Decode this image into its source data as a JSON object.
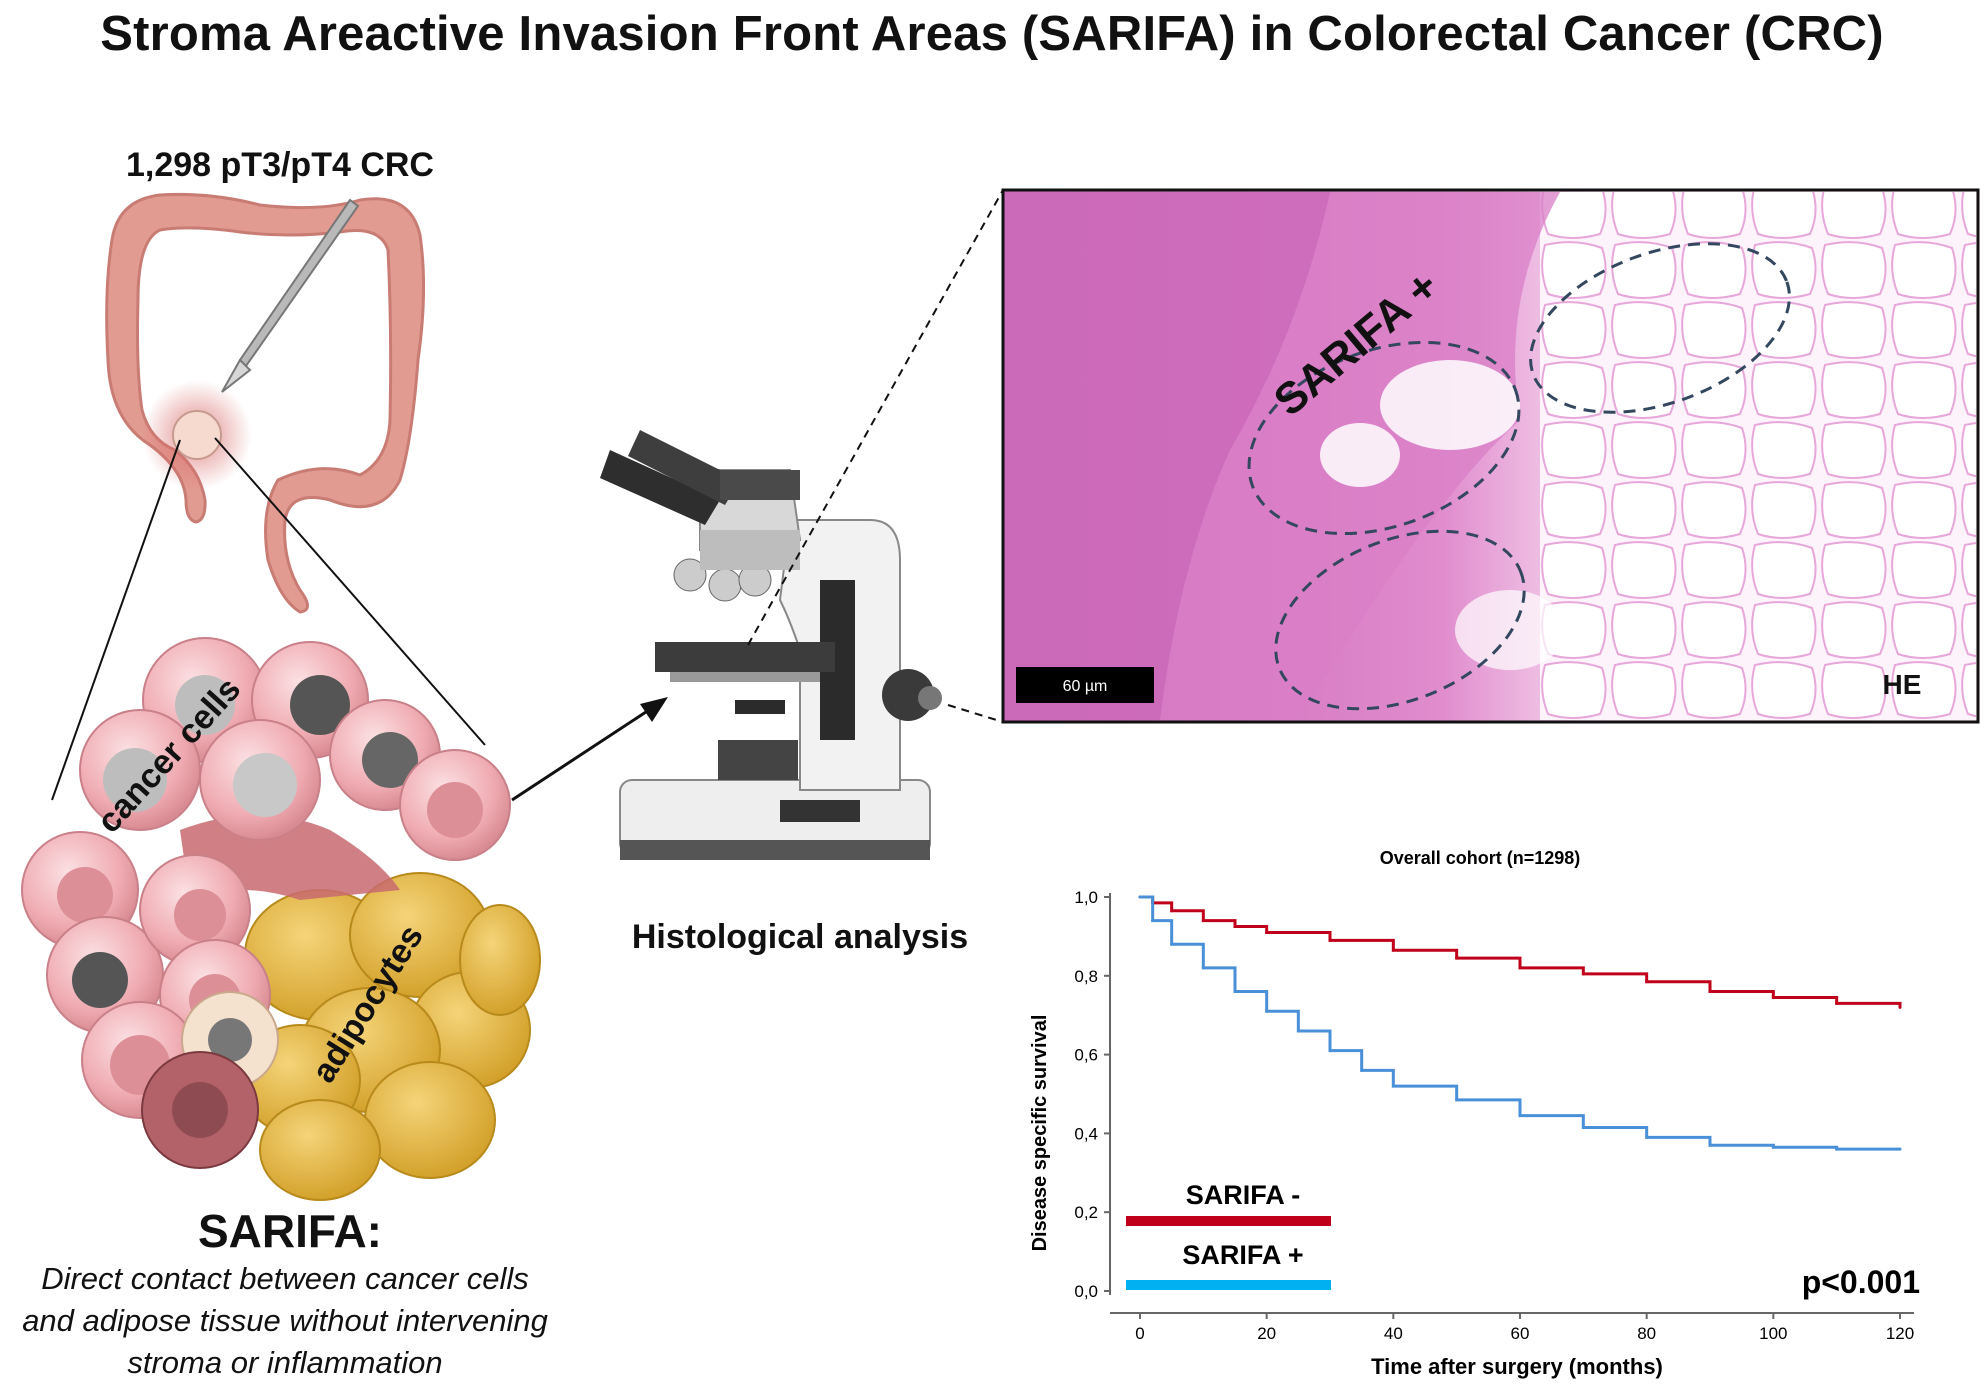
{
  "title": "Stroma Areactive Invasion Front Areas (SARIFA) in Colorectal Cancer (CRC)",
  "cohort_label": "1,298 pT3/pT4 CRC",
  "illustration": {
    "cancer_cells_label": "cancer cells",
    "adipocytes_label": "adipocytes"
  },
  "sarifa_definition": {
    "heading": "SARIFA:",
    "text_lines": [
      "Direct contact between cancer cells",
      "and adipose tissue without intervening",
      "stroma or inflammation"
    ]
  },
  "microscope": {
    "label": "Histological analysis"
  },
  "histology_image": {
    "annotation": "SARIFA +",
    "scale_bar": "60 µm",
    "stain": "HE"
  },
  "colors": {
    "sarifa_negative": "#c0001a",
    "sarifa_positive": "#4a90d9",
    "legend_positive_bar": "#00b0f0",
    "tissue_pink": "#e79bd3",
    "adipocyte_yellow": "#e2b544",
    "cell_pink": "#f2b8bd"
  },
  "chart_data": {
    "type": "line",
    "title": "Overall cohort (n=1298)",
    "xlabel": "Time after surgery (months)",
    "ylabel": "Disease specific survival",
    "xlim": [
      0,
      120
    ],
    "ylim": [
      0,
      1
    ],
    "x_ticks": [
      "0",
      "20",
      "40",
      "60",
      "80",
      "100",
      "120"
    ],
    "y_ticks": [
      "0,0",
      "0,2",
      "0,4",
      "0,6",
      "0,8",
      "1,0"
    ],
    "series": [
      {
        "name": "SARIFA -",
        "x": [
          0,
          2,
          5,
          10,
          15,
          20,
          30,
          40,
          50,
          60,
          70,
          80,
          90,
          100,
          110,
          120
        ],
        "y": [
          1.0,
          0.985,
          0.965,
          0.94,
          0.925,
          0.91,
          0.89,
          0.865,
          0.845,
          0.82,
          0.805,
          0.785,
          0.76,
          0.745,
          0.73,
          0.72
        ]
      },
      {
        "name": "SARIFA +",
        "x": [
          0,
          2,
          5,
          10,
          15,
          20,
          25,
          30,
          35,
          40,
          50,
          60,
          70,
          80,
          90,
          100,
          110,
          120
        ],
        "y": [
          1.0,
          0.94,
          0.88,
          0.82,
          0.76,
          0.71,
          0.66,
          0.61,
          0.56,
          0.52,
          0.485,
          0.445,
          0.415,
          0.39,
          0.37,
          0.365,
          0.36,
          0.36
        ]
      }
    ],
    "legend": [
      "SARIFA -",
      "SARIFA +"
    ],
    "annotation": "p<0.001"
  }
}
